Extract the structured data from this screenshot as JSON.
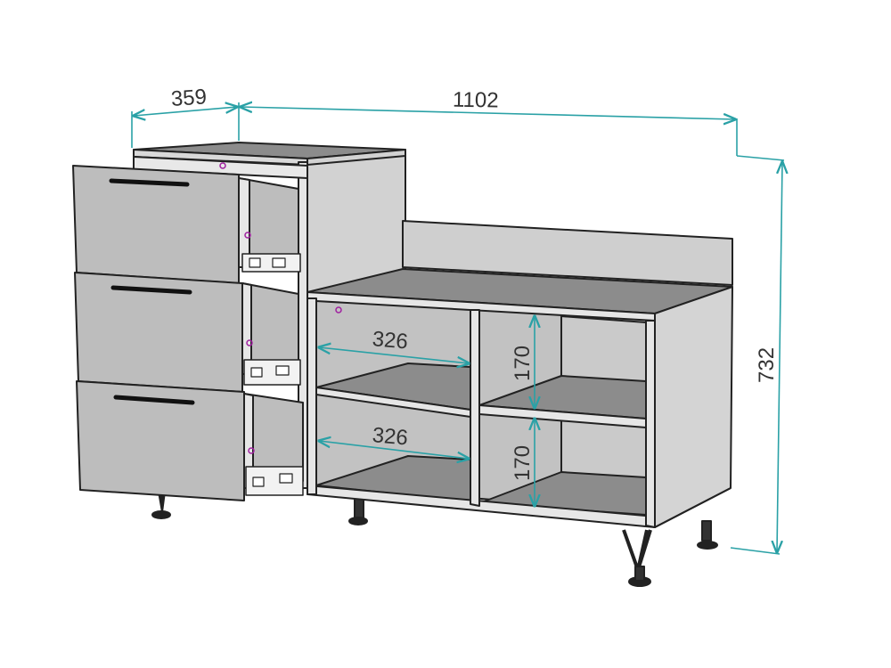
{
  "diagram": {
    "dimensions": {
      "drawer_depth": "359",
      "total_width": "1102",
      "total_height": "732",
      "shelf_width_upper": "326",
      "shelf_width_lower": "326",
      "shelf_height_upper": "170",
      "shelf_height_lower": "170"
    },
    "colors": {
      "dimension_line": "#2aa1a6",
      "outline": "#222222",
      "panel_light": "#d9d9d9",
      "panel_mid": "#c9c9c9",
      "panel_dark": "#8c8c8c",
      "interior": "#bdbdbd",
      "marker": "#a020a0",
      "hardware": "#111111"
    }
  }
}
